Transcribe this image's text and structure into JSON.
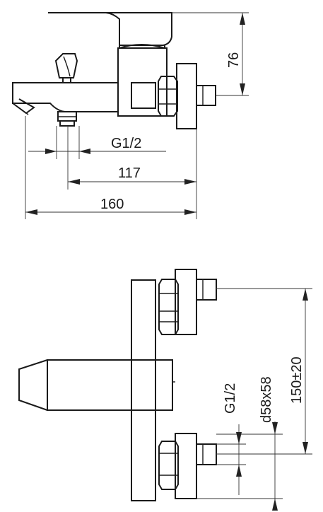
{
  "top_view": {
    "dim_g12": "G1/2",
    "dim_117": "117",
    "dim_160": "160",
    "dim_76": "76"
  },
  "side_view": {
    "dim_g12": "G1/2",
    "dim_d58x58": "d58x58",
    "dim_150": "150±20"
  },
  "colors": {
    "line": "#1a1a1a",
    "background": "#ffffff"
  }
}
